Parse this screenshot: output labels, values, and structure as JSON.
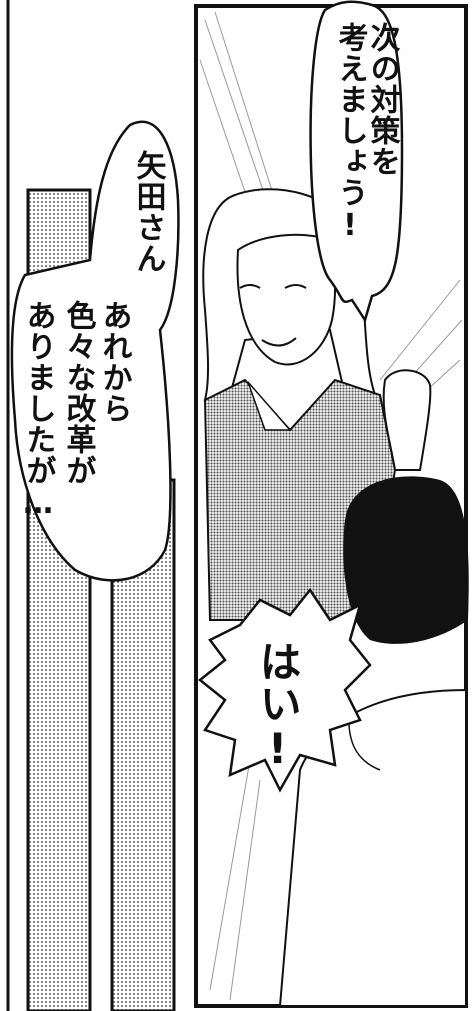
{
  "panels": {
    "right_speech_1": "次の対策を",
    "right_speech_2": "考えましょう!",
    "left_speech_name": "矢田さん",
    "left_speech_1": "あれから",
    "left_speech_2": "色々な改革が",
    "left_speech_3": "ありましたが…",
    "exclaim": "はい!"
  },
  "colors": {
    "ink": "#111111",
    "paper": "#ffffff",
    "tone": "#bdbdbd"
  }
}
